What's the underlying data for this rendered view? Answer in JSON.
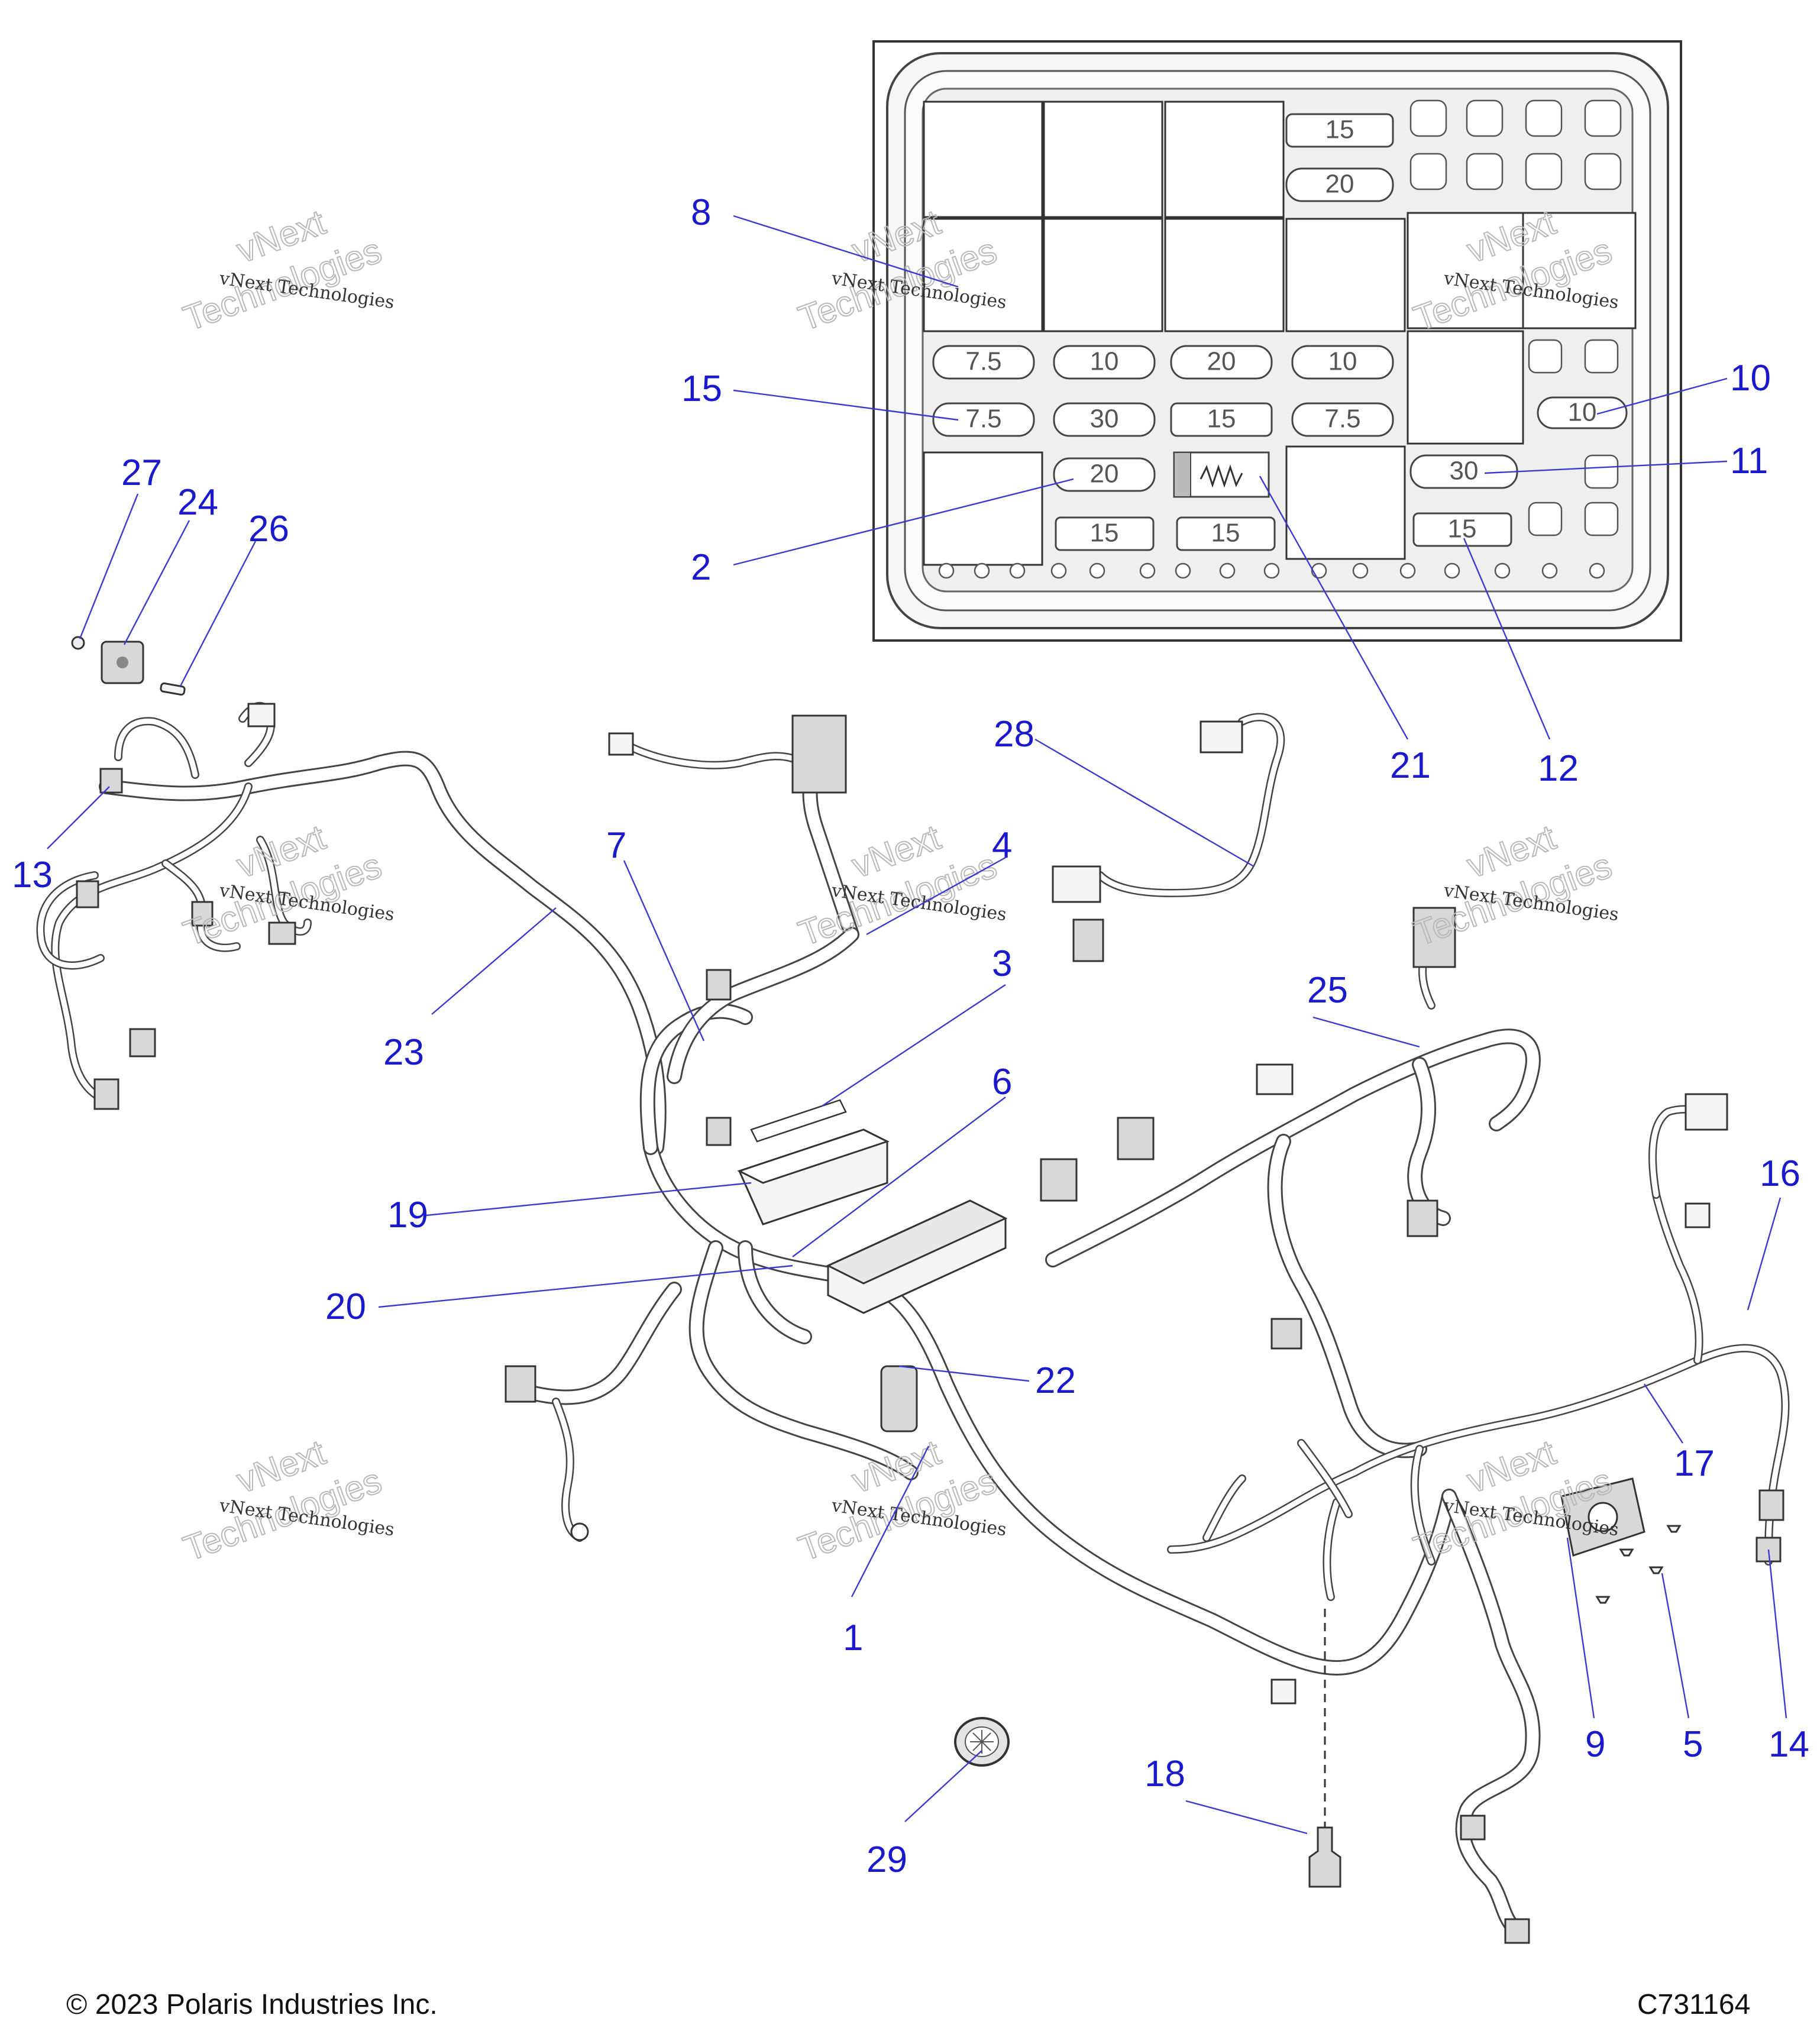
{
  "fuse_labels": [
    {
      "id": "f15-top",
      "text": "15"
    },
    {
      "id": "f20-top",
      "text": "20"
    },
    {
      "id": "f7.5-a",
      "text": "7.5"
    },
    {
      "id": "f10-a",
      "text": "10"
    },
    {
      "id": "f20-b",
      "text": "20"
    },
    {
      "id": "f10-b",
      "text": "10"
    },
    {
      "id": "f7.5-b",
      "text": "7.5"
    },
    {
      "id": "f30-a",
      "text": "30"
    },
    {
      "id": "f15-b",
      "text": "15"
    },
    {
      "id": "f7.5-c",
      "text": "7.5"
    },
    {
      "id": "f10-c",
      "text": "10"
    },
    {
      "id": "f20-c",
      "text": "20"
    },
    {
      "id": "f30-b",
      "text": "30"
    },
    {
      "id": "f15-c",
      "text": "15"
    },
    {
      "id": "f15-d",
      "text": "15"
    },
    {
      "id": "f15-e",
      "text": "15"
    }
  ],
  "callouts": [
    "8",
    "15",
    "2",
    "10",
    "11",
    "21",
    "12",
    "27",
    "24",
    "26",
    "13",
    "28",
    "7",
    "4",
    "23",
    "3",
    "25",
    "6",
    "19",
    "20",
    "22",
    "16",
    "17",
    "1",
    "9",
    "5",
    "14",
    "18",
    "29"
  ],
  "watermark": {
    "line1": "vNext Technologies",
    "line2": "vNext",
    "line3": "Technologies"
  },
  "footer": {
    "copyright": "© 2023 Polaris Industries Inc.",
    "code": "C731164"
  }
}
